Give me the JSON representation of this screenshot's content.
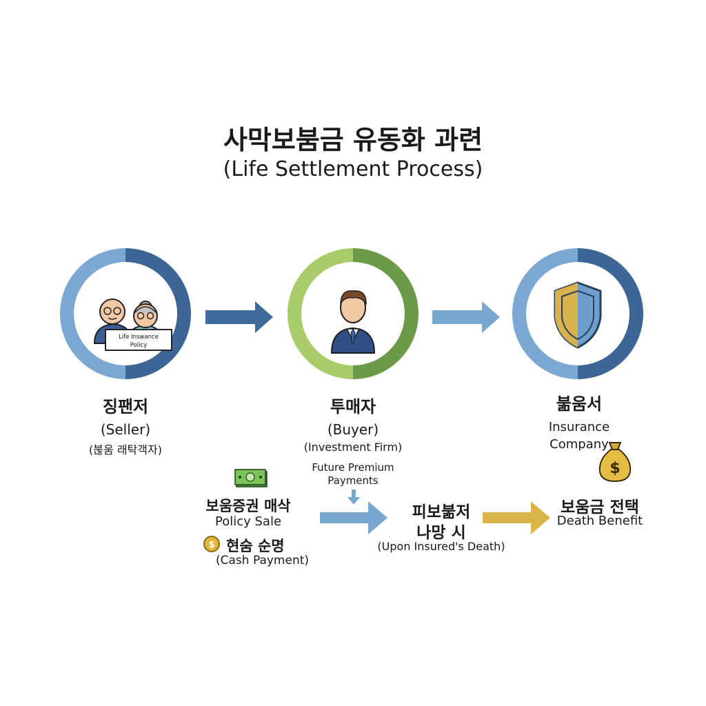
{
  "title": {
    "korean": "사막보붐금 유동화 과련",
    "english": "(Life Settlement Process)"
  },
  "colors": {
    "seller_blue": "#4a77a8",
    "buyer_green": "#8db35a",
    "insurer_blue": "#4e7fb0",
    "arrow_dark_blue": "#3f6a9a",
    "arrow_light_blue": "#78a8cf",
    "arrow_gold": "#d9b54a"
  },
  "parties": {
    "seller": {
      "korean": "징팬저",
      "english": "(Seller)",
      "sub": "(붆움 래탁객자)",
      "sign": {
        "line1": "Life Inswance",
        "line2": "Policy"
      },
      "icon": "elderly-couple-icon"
    },
    "buyer": {
      "korean": "투매자",
      "english": "(Buyer)",
      "sub": "(Investment Firm)",
      "icon": "businessman-icon"
    },
    "insurer": {
      "korean": "붊움서",
      "english_line1": "Insurance",
      "english_line2": "Company",
      "icon": "shield-icon"
    }
  },
  "flow": {
    "policy_sale": {
      "korean": "보움증권 매삭",
      "english": "Policy Sale",
      "icon": "cash-bill-icon"
    },
    "cash_payment": {
      "korean": "현숨 순명",
      "english": "(Cash Payment)",
      "icon": "coin-icon"
    },
    "future_premium": {
      "line1": "Future Premium",
      "line2": "Payments"
    },
    "insured_death": {
      "korean_line1": "피보붊저",
      "korean_line2": "나망 시",
      "english": "(Upon Insured's Death)"
    },
    "death_benefit": {
      "korean": "보움금 전택",
      "english": "Death Benefit",
      "icon": "money-bag-icon"
    }
  }
}
